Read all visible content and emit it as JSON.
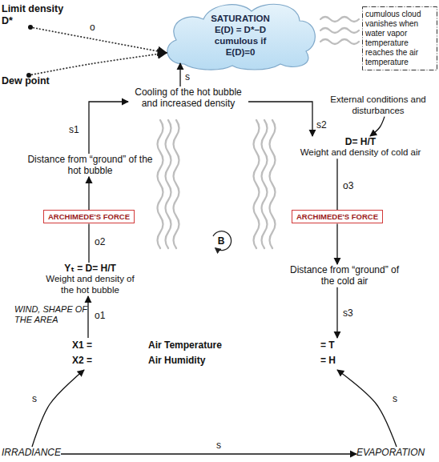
{
  "diagram": {
    "nodes": [
      {
        "text": [
          "Limit density D*"
        ]
      },
      {
        "text": [
          "SATURATION",
          "E(D) = D*–D",
          "cumulous if E(D)=0"
        ]
      },
      {
        "text": [
          "cumulous cloud vanishes when water vapor temperature reaches the air temperature"
        ]
      },
      {
        "text": [
          "Dew point"
        ]
      },
      {
        "text": [
          "Cooling of the hot bubble and increased density"
        ]
      },
      {
        "text": [
          "External conditions and disturbances"
        ]
      },
      {
        "text": [
          "Distance from “ground” of the hot bubble"
        ]
      },
      {
        "text": [
          "D= H/T",
          "Weight and density of cold air"
        ]
      },
      {
        "text": [
          "ARCHIMEDE'S FORCE"
        ]
      },
      {
        "text": [
          "ARCHIMEDE'S FORCE"
        ]
      },
      {
        "text": [
          "Yₜ = D= H/T",
          "Weight and density of the hot bubble"
        ]
      },
      {
        "text": [
          "Distance from “ground” of the cold air"
        ]
      },
      {
        "text": [
          "X1 =",
          "Air Temperature",
          "= T",
          "X2 =",
          "Air Humidity",
          "= H"
        ]
      },
      {
        "text": [
          "IRRADIANCE"
        ]
      },
      {
        "text": [
          "EVAPORATION"
        ]
      }
    ],
    "edges": [
      {
        "from": 0,
        "to": 1,
        "label": "o",
        "arrow": "to"
      },
      {
        "from": 3,
        "to": 1,
        "arrow": "to"
      },
      {
        "from": 4,
        "to": 1,
        "label": "s",
        "arrow": "to"
      },
      {
        "from": 6,
        "to": 4,
        "label": "s1",
        "arrow": "to"
      },
      {
        "from": 4,
        "to": 7,
        "label": "s2",
        "arrow": "to"
      },
      {
        "from": 5,
        "to": 7,
        "arrow": "to"
      },
      {
        "from": 7,
        "to": 9,
        "label": "o3",
        "arrow": "none"
      },
      {
        "from": 9,
        "to": 11,
        "arrow": "to"
      },
      {
        "from": 11,
        "to": 12,
        "label": "s3",
        "arrow": "to"
      },
      {
        "from": 12,
        "to": 10,
        "label": "o1",
        "arrow": "to"
      },
      {
        "from": 10,
        "to": 8,
        "label": "o2",
        "arrow": "none"
      },
      {
        "from": 8,
        "to": 6,
        "arrow": "to"
      },
      {
        "from": 13,
        "to": 12,
        "label": "s",
        "arrow": "to"
      },
      {
        "from": 14,
        "to": 12,
        "label": "s",
        "arrow": "to"
      },
      {
        "from": 13,
        "to": 14,
        "label": "s",
        "arrow": "to"
      }
    ],
    "labels": [
      "WIND, SHAPE OF THE AREA",
      "B"
    ]
  }
}
